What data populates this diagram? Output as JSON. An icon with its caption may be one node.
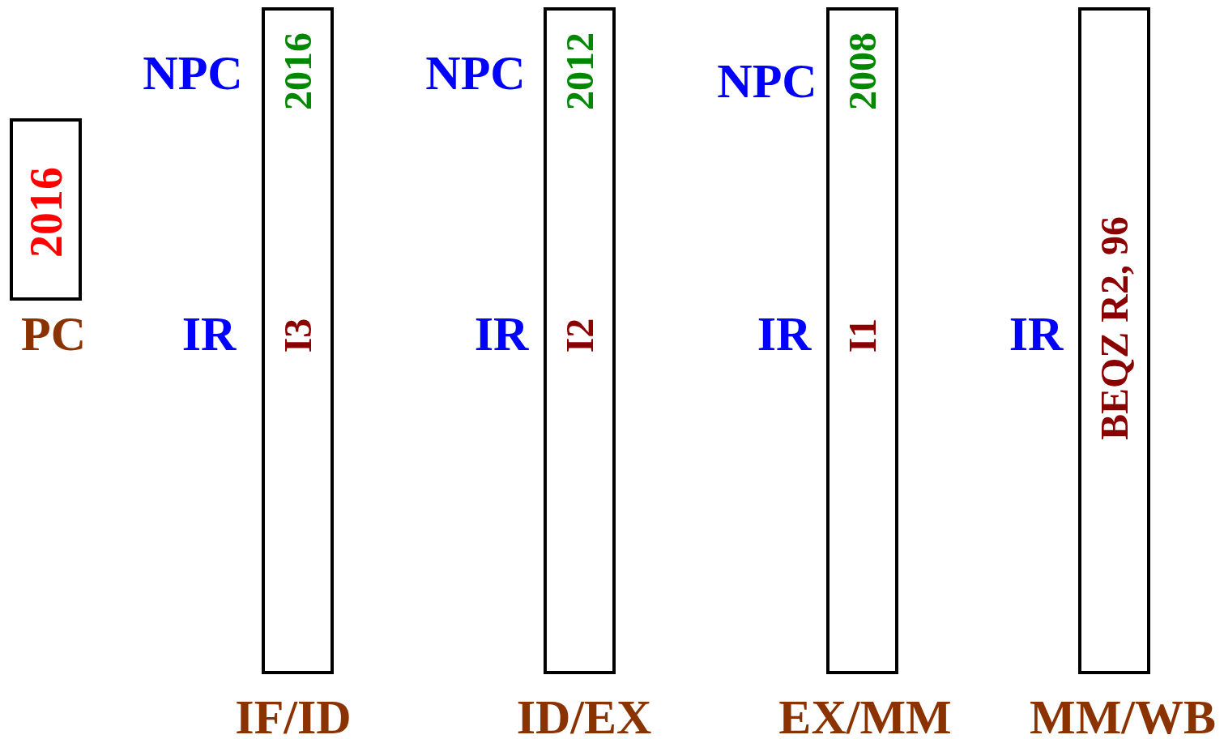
{
  "diagram": {
    "nodes": [
      {
        "text": [
          "2016"
        ],
        "beside": [
          "PC"
        ]
      },
      {
        "text": [
          "2016",
          "I3"
        ],
        "beside": [
          "NPC",
          "IR",
          "IF/ID"
        ]
      },
      {
        "text": [
          "2012",
          "I2"
        ],
        "beside": [
          "NPC",
          "IR",
          "ID/EX"
        ]
      },
      {
        "text": [
          "2008",
          "I1"
        ],
        "beside": [
          "NPC",
          "IR",
          "EX/MM"
        ]
      },
      {
        "text": [
          "BEQZ R2, 96"
        ],
        "beside": [
          "IR",
          "MM/WB"
        ]
      }
    ]
  }
}
